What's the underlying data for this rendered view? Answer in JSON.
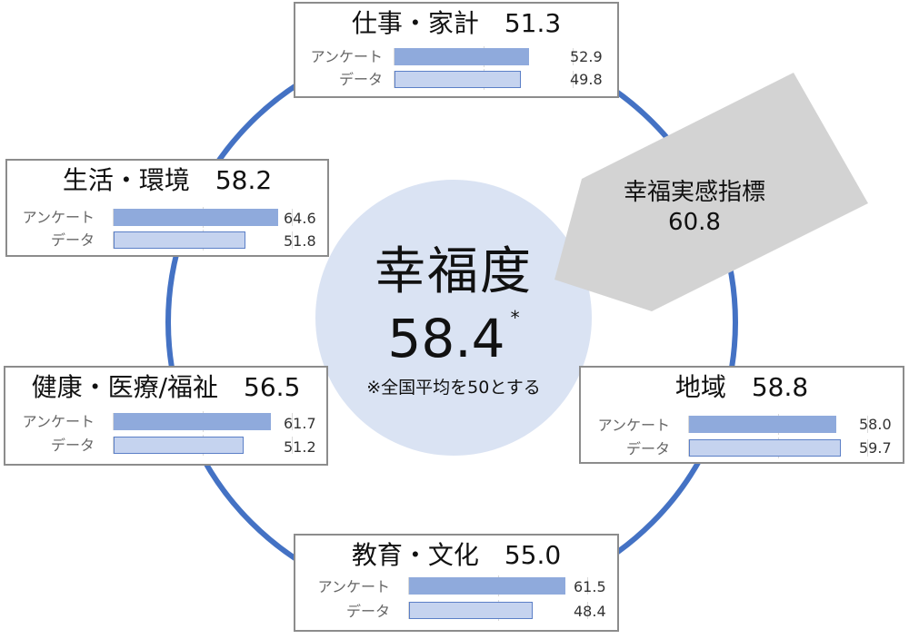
{
  "colors": {
    "ring": "#4472c4",
    "center_fill": "#dae3f3",
    "callout_fill": "#d3d3d3",
    "bar_survey": "#8faadc",
    "bar_data": "#c5d3ef",
    "bar_data_border": "#5b7fc7",
    "card_border": "#8c8c8c"
  },
  "center": {
    "title": "幸福度",
    "score": "58.4",
    "asterisk": "*",
    "note": "※全国平均を50とする"
  },
  "callout": {
    "label": "幸福実感指標",
    "value": "60.8"
  },
  "chart_data": {
    "type": "bar",
    "series_labels": {
      "survey": "アンケート",
      "data": "データ"
    },
    "bar_scale_max": 70,
    "panels": [
      {
        "title": "仕事・家計",
        "score": "51.3",
        "survey": 52.9,
        "data": 49.8
      },
      {
        "title": "生活・環境",
        "score": "58.2",
        "survey": 64.6,
        "data": 51.8
      },
      {
        "title": "健康・医療/福祉",
        "score": "56.5",
        "survey": 61.7,
        "data": 51.2
      },
      {
        "title": "地域",
        "score": "58.8",
        "survey": 58.0,
        "data": 59.7
      },
      {
        "title": "教育・文化",
        "score": "55.0",
        "survey": 61.5,
        "data": 48.4
      }
    ]
  }
}
